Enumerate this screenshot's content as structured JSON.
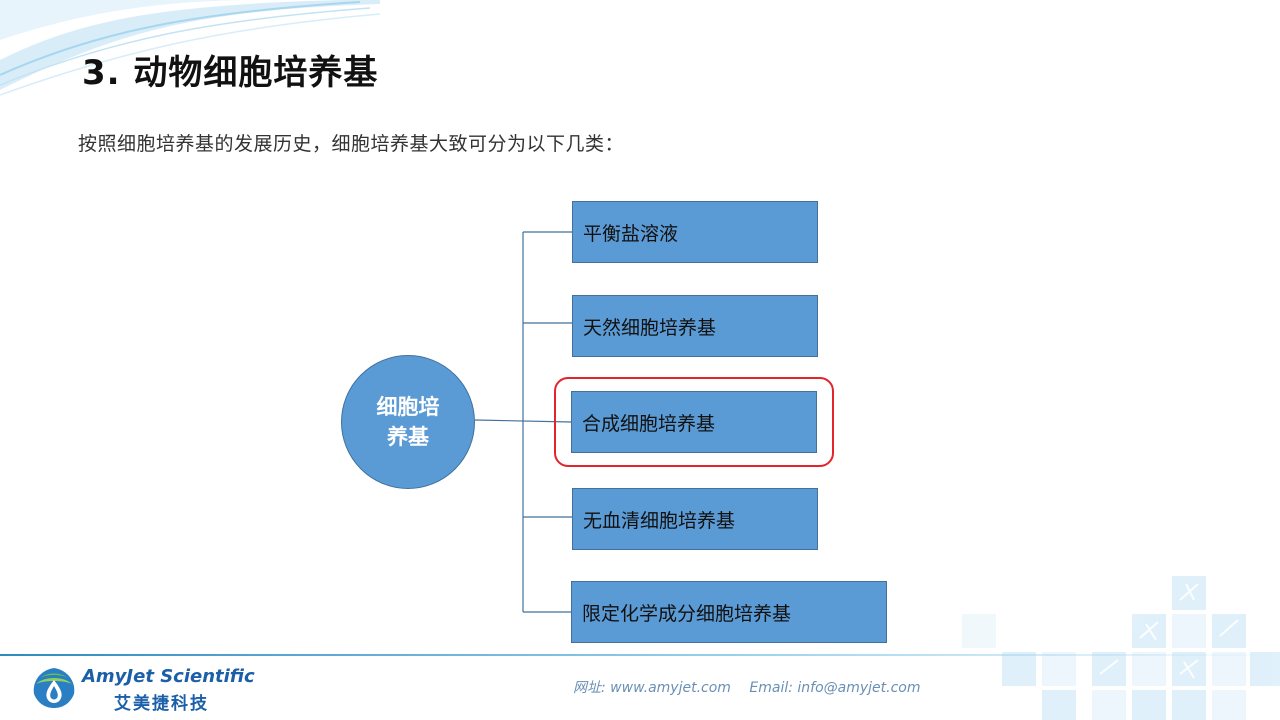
{
  "slide": {
    "title": "3. 动物细胞培养基",
    "subtitle": "按照细胞培养基的发展历史，细胞培养基大致可分为以下几类："
  },
  "diagram": {
    "center": "细胞培养基",
    "branches": [
      {
        "label": "平衡盐溶液",
        "highlighted": false
      },
      {
        "label": "天然细胞培养基",
        "highlighted": false
      },
      {
        "label": "合成细胞培养基",
        "highlighted": true
      },
      {
        "label": "无血清细胞培养基",
        "highlighted": false
      },
      {
        "label": "限定化学成分细胞培养基",
        "highlighted": false
      }
    ],
    "colors": {
      "box_fill": "#5b9bd5",
      "box_border": "#41719c",
      "highlight": "#e3242b"
    }
  },
  "footer": {
    "logo_en": "AmyJet Scientific",
    "logo_cn": "艾美捷科技",
    "website": "网址: www.amyjet.com",
    "email": "Email: info@amyjet.com"
  }
}
